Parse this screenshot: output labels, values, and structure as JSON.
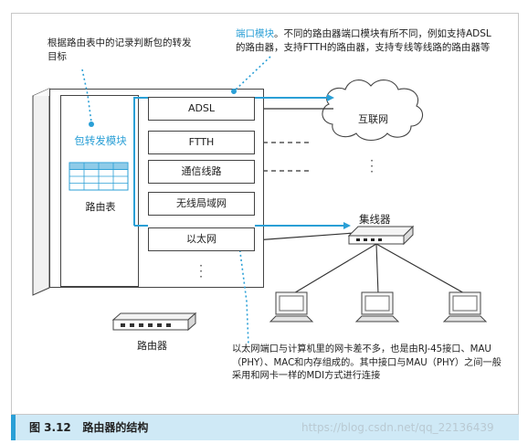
{
  "annotations": {
    "left": "根据路由表中的记录判断包的转发目标",
    "top_title": "端口模块",
    "top_body": "。不同的路由器端口模块有所不同，例如支持ADSL的路由器，支持FTTH的路由器，支持专线等线路的路由器等",
    "bottom": "以太网端口与计算机里的网卡差不多，也是由RJ-45接口、MAU（PHY）、MAC和内存组成的。其中接口与MAU（PHY）之间一般采用和网卡一样的MDI方式进行连接"
  },
  "router": {
    "forward_module": "包转发模块",
    "routing_table": "路由表",
    "name": "路由器",
    "modules": [
      "ADSL",
      "FTTH",
      "通信线路",
      "无线局域网",
      "以太网"
    ]
  },
  "network": {
    "internet": "互联网",
    "hub": "集线器"
  },
  "caption": {
    "number": "图 3.12",
    "title": "路由器的结构"
  },
  "watermark": "https://blog.csdn.net/qq_22136439",
  "colors": {
    "accent": "#2a9fd6",
    "caption_bg": "#cfe9f6"
  }
}
